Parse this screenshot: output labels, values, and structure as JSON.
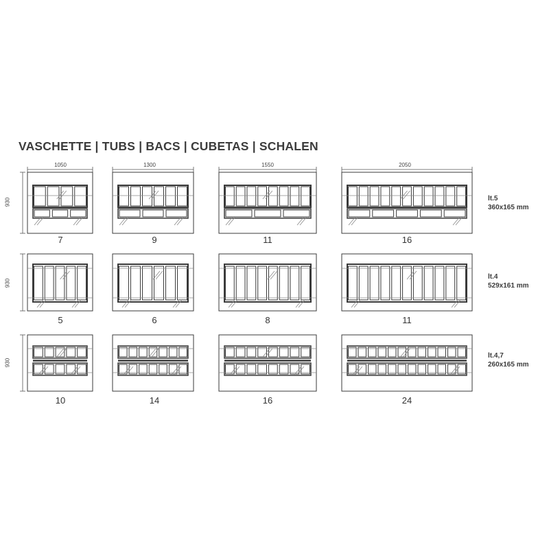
{
  "title": "VASCHETTE  |  TUBS  |  BACS | CUBETAS  |  SCHALEN",
  "widths": [
    "1050",
    "1300",
    "1550",
    "2050"
  ],
  "height_label": "930",
  "rows": [
    {
      "spec_line1": "lt.5",
      "spec_line2": "360x165 mm",
      "counts": [
        "7",
        "9",
        "11",
        "16"
      ]
    },
    {
      "spec_line1": "lt.4",
      "spec_line2": "529x161 mm",
      "counts": [
        "5",
        "6",
        "8",
        "11"
      ]
    },
    {
      "spec_line1": "lt.4,7",
      "spec_line2": "260x165 mm",
      "counts": [
        "10",
        "14",
        "16",
        "24"
      ]
    }
  ],
  "colors": {
    "line": "#3a3a3a",
    "thin": "#8a8a8a"
  }
}
